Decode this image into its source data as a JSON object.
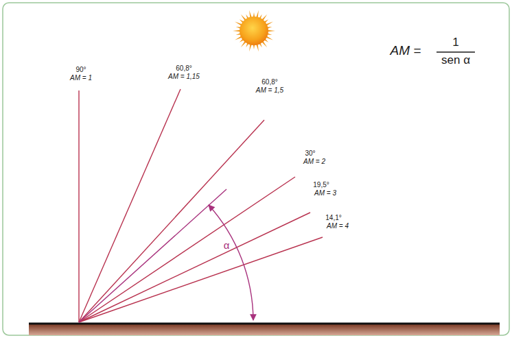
{
  "diagram": {
    "labels": [
      "90°",
      "AM = 1",
      "60,8°",
      "AM = 1,15",
      "60,8°",
      "AM = 1,5",
      "30°",
      "AM = 2",
      "19,5°",
      "AM = 3",
      "14,1°",
      "AM = 4",
      "α",
      "AM =",
      "1",
      "sen α"
    ]
  }
}
